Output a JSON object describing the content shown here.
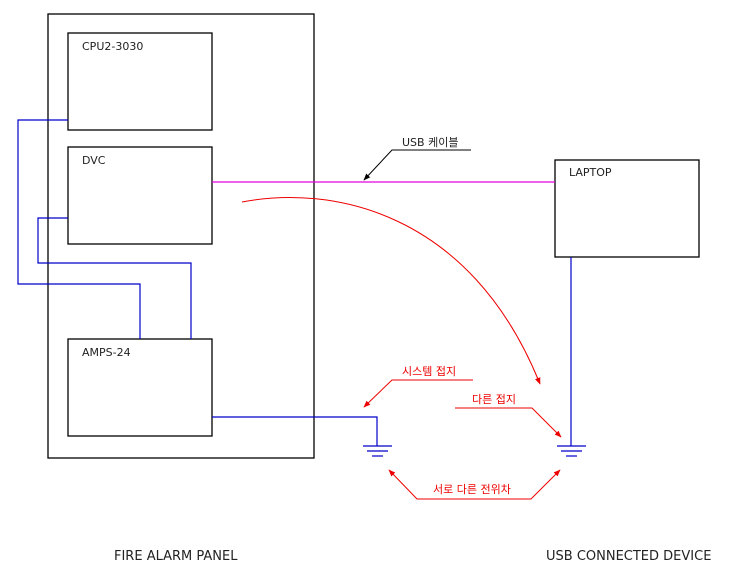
{
  "colors": {
    "outline": "#000000",
    "wire": "#0000cc",
    "usb_cable": "#e000e0",
    "annotation": "#ee0000",
    "leader_black": "#000000"
  },
  "panel": {
    "caption": "FIRE ALARM PANEL",
    "modules": [
      {
        "id": "cpu",
        "label": "CPU2-3030"
      },
      {
        "id": "dvc",
        "label": "DVC"
      },
      {
        "id": "amps",
        "label": "AMPS-24"
      }
    ]
  },
  "device": {
    "caption": "USB CONNECTED DEVICE",
    "laptop_label": "LAPTOP"
  },
  "annotations": {
    "usb_cable": "USB 케이블",
    "system_ground": "시스템 접지",
    "other_ground": "다른 접지",
    "potential_difference": "서로 다른 전위차"
  },
  "symbols": {
    "ground_left": "ground-icon",
    "ground_right": "ground-icon"
  }
}
